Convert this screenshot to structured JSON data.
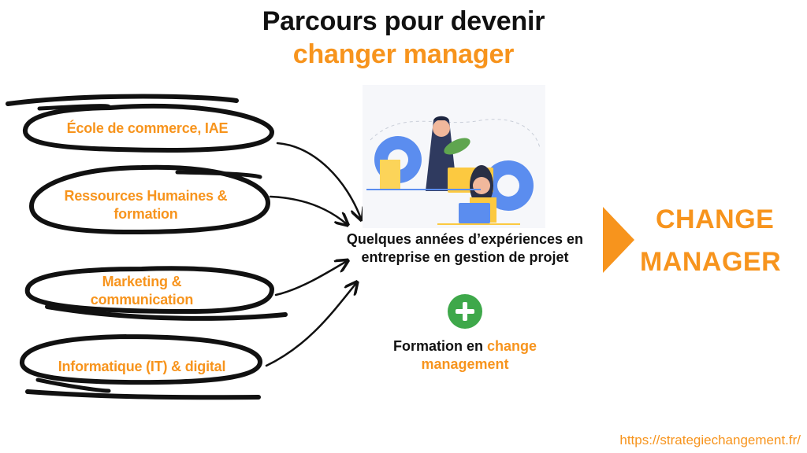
{
  "title": {
    "line1": "Parcours pour devenir",
    "line2": "changer manager"
  },
  "sources": [
    {
      "label": "École de commerce, IAE"
    },
    {
      "label": "Ressources Humaines & formation"
    },
    {
      "label": "Marketing & communication"
    },
    {
      "label": "Informatique (IT) & digital"
    }
  ],
  "center": {
    "experience": "Quelques années d’expériences en entreprise en gestion de projet",
    "plus_icon": "plus-circle-icon",
    "training_prefix": "Formation en ",
    "training_highlight": "change management",
    "illustration": "business-team-illustration"
  },
  "result": {
    "line1": "CHANGE",
    "line2": "MANAGER",
    "arrow_icon": "triangle-right-icon"
  },
  "footer": {
    "url": "https://strategiechangement.fr/"
  },
  "colors": {
    "accent": "#f7941d",
    "text": "#111111",
    "plus": "#3ea84a"
  }
}
